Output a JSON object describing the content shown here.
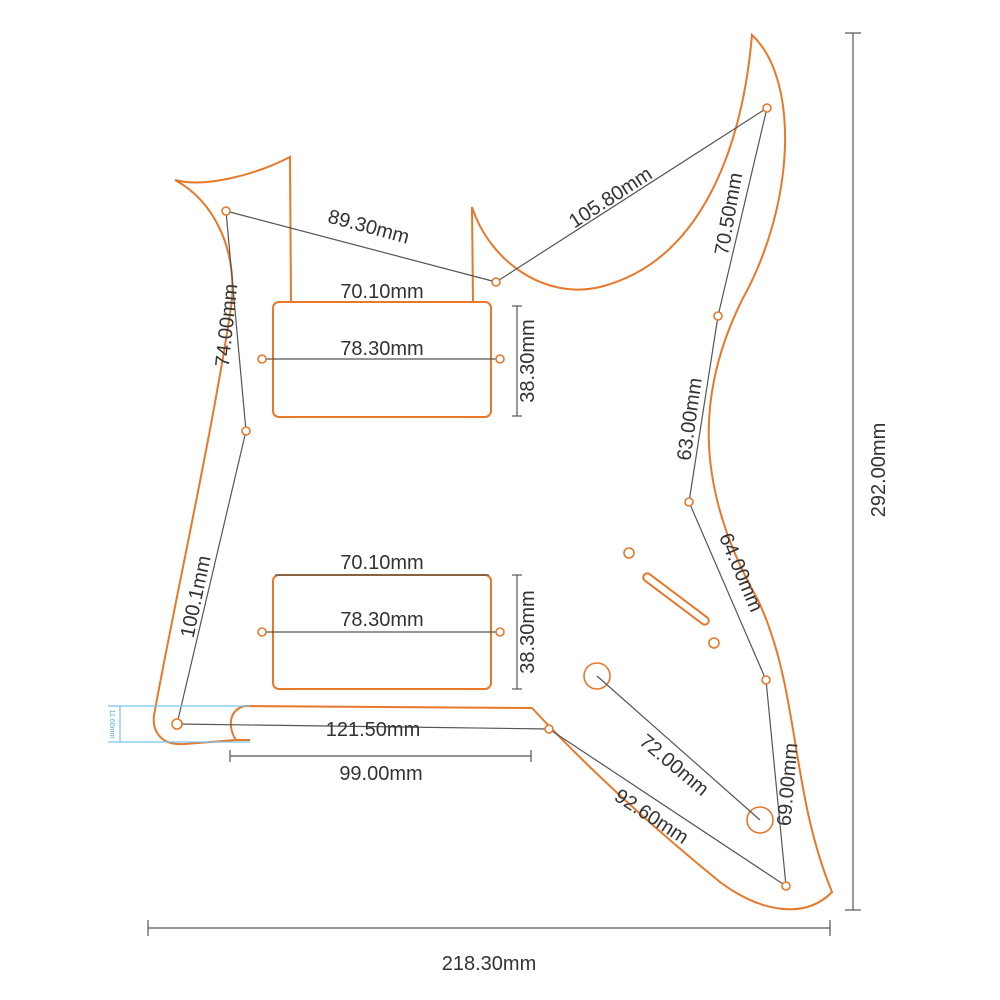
{
  "diagram": {
    "title": "Pickguard dimensions",
    "accent_color": "#e8782a",
    "line_color": "#555555",
    "dimensions": {
      "overall_width": "218.30mm",
      "overall_height": "292.00mm",
      "upper_left_diag": "89.30mm",
      "upper_right_diag": "105.80mm",
      "left_upper": "74.00mm",
      "left_lower": "100.1mm",
      "right_top": "70.50mm",
      "right_mid": "63.00mm",
      "right_lower": "64.00mm",
      "right_bottom": "69.00mm",
      "neck_pickup_width": "70.10mm",
      "neck_pickup_screws": "78.30mm",
      "neck_pickup_height": "38.30mm",
      "bridge_pickup_width": "70.10mm",
      "bridge_pickup_screws": "78.30mm",
      "bridge_pickup_height": "38.30mm",
      "bottom_screws": "121.50mm",
      "bottom_cutout": "99.00mm",
      "controls": "72.00mm",
      "lower_diag": "92.60mm",
      "cutout_depth": "11.60mm"
    }
  }
}
